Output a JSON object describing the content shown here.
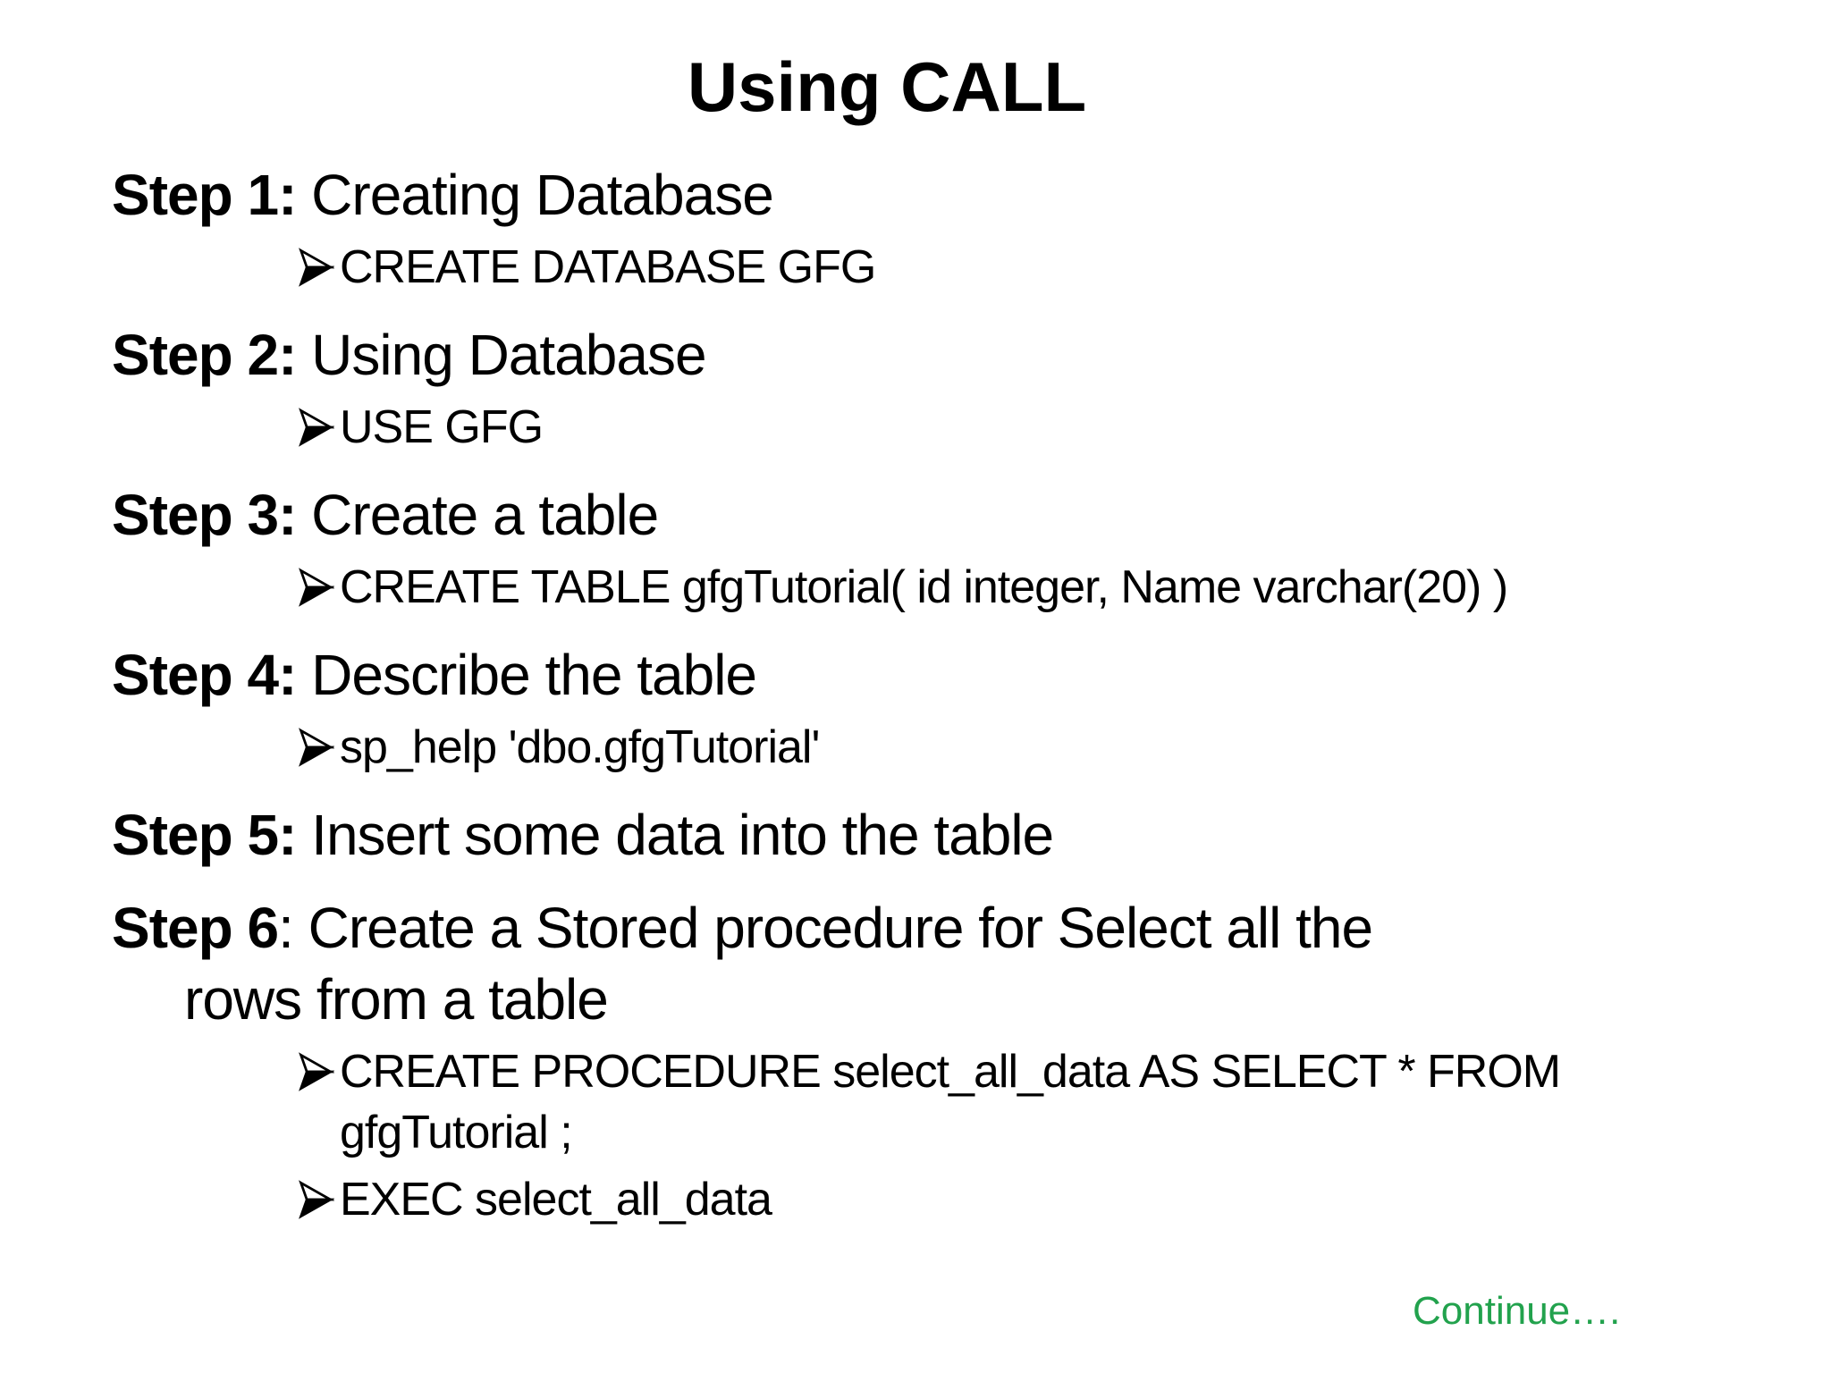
{
  "slide": {
    "title": "Using CALL",
    "steps": [
      {
        "label": "Step 1:",
        "heading": " Creating Database",
        "bullets": [
          {
            "line1": "CREATE DATABASE GFG"
          }
        ]
      },
      {
        "label": "Step 2:",
        "heading": " Using Database",
        "bullets": [
          {
            "line1": "USE GFG"
          }
        ]
      },
      {
        "label": "Step 3:",
        "heading": " Create a table",
        "bullets": [
          {
            "line1": "CREATE TABLE gfgTutorial( id integer, Name varchar(20) )"
          }
        ]
      },
      {
        "label": "Step 4:",
        "heading": " Describe the table",
        "bullets": [
          {
            "line1": "sp_help 'dbo.gfgTutorial'"
          }
        ]
      },
      {
        "label": "Step 5:",
        "heading": " Insert some data into the table",
        "bullets": []
      },
      {
        "label": "Step 6",
        "heading": ": Create a Stored procedure for Select all the",
        "heading_cont": "rows from a table",
        "bullets": [
          {
            "line1": "CREATE PROCEDURE select_all_data AS SELECT * FROM",
            "line2": "gfgTutorial ;"
          },
          {
            "line1": "EXEC select_all_data"
          }
        ]
      }
    ],
    "footer": {
      "continue_label": "Continue…."
    },
    "colors": {
      "text": "#000000",
      "background": "#ffffff",
      "continue_green": "#22A24D"
    },
    "bullet_icon": "three-d-arrowhead"
  }
}
